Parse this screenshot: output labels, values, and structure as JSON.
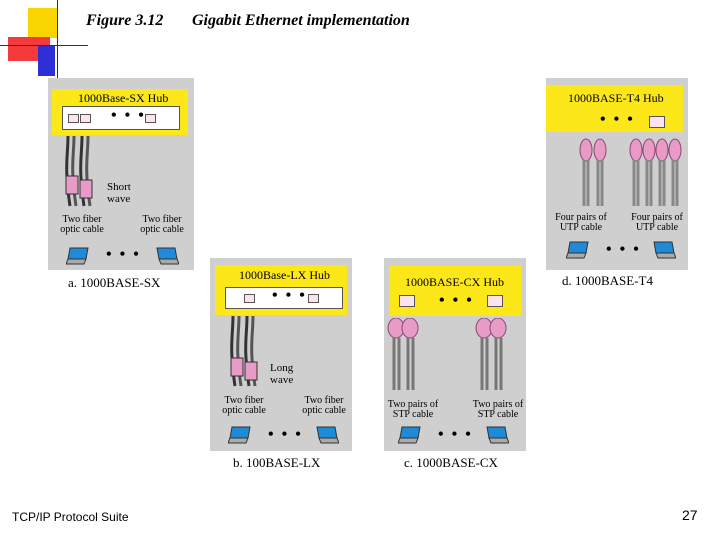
{
  "figure": {
    "number": "Figure 3.12",
    "title": "Gigabit Ethernet implementation"
  },
  "panels": {
    "a": {
      "hub_label": "1000Base-SX Hub",
      "cable_label_left": "Two fiber optic cable",
      "cable_label_right": "Two fiber optic cable",
      "wave_label": "Short wave",
      "caption": "a. 1000BASE-SX"
    },
    "b": {
      "hub_label": "1000Base-LX Hub",
      "cable_label_left": "Two fiber optic cable",
      "cable_label_right": "Two fiber optic cable",
      "wave_label": "Long wave",
      "caption": "b. 100BASE-LX"
    },
    "c": {
      "hub_label": "1000BASE-CX Hub",
      "cable_label_left": "Two pairs of STP cable",
      "cable_label_right": "Two pairs of STP cable",
      "caption": "c. 1000BASE-CX"
    },
    "d": {
      "hub_label": "1000BASE-T4 Hub",
      "cable_label_left": "Four pairs of UTP cable",
      "cable_label_right": "Four pairs of UTP cable",
      "caption": "d. 1000BASE-T4"
    }
  },
  "ellipsis": "• • •",
  "footer": {
    "left": "TCP/IP Protocol Suite",
    "page_number": "27"
  },
  "colors": {
    "hub": "#fce718",
    "panel": "#cfcfcf",
    "deco_yellow": "#f9d500",
    "deco_red": "#f43a3a",
    "deco_blue": "#2f2fd8",
    "connector": "#e89bc6"
  }
}
